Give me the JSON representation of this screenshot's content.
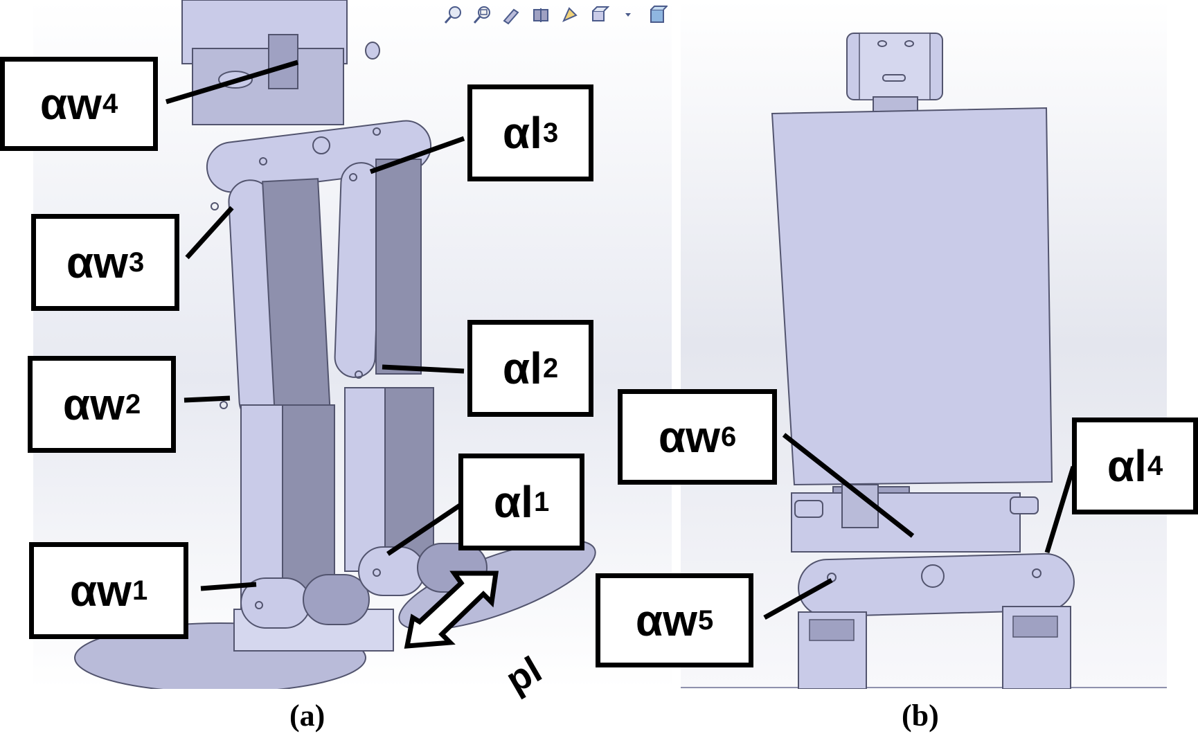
{
  "panels": [
    {
      "id": "a",
      "caption": "(a)"
    },
    {
      "id": "b",
      "caption": "(b)"
    }
  ],
  "labels": {
    "aw4": {
      "alpha": "α",
      "var": "w",
      "sub": "4"
    },
    "al3": {
      "alpha": "α",
      "var": "l",
      "sub": "3"
    },
    "aw3": {
      "alpha": "α",
      "var": "w",
      "sub": "3"
    },
    "aw2": {
      "alpha": "α",
      "var": "w",
      "sub": "2"
    },
    "al2": {
      "alpha": "α",
      "var": "l",
      "sub": "2"
    },
    "al1": {
      "alpha": "α",
      "var": "l",
      "sub": "1"
    },
    "aw1": {
      "alpha": "α",
      "var": "w",
      "sub": "1"
    },
    "aw6": {
      "alpha": "α",
      "var": "w",
      "sub": "6"
    },
    "al4": {
      "alpha": "α",
      "var": "l",
      "sub": "4"
    },
    "aw5": {
      "alpha": "α",
      "var": "w",
      "sub": "5"
    }
  },
  "pl_label": "pl",
  "toolbar_icons": [
    "zoom-to-fit-icon",
    "zoom-area-icon",
    "previous-view-icon",
    "section-view-icon",
    "view-orientation-icon",
    "display-style-icon",
    "dropdown-arrow-icon",
    "appearance-icon"
  ],
  "colors": {
    "part_fill": "#c9cbe8",
    "part_edge": "#52546e",
    "part_shade": "#8e90ad",
    "background": "#eef0f6",
    "label_border": "#000000"
  }
}
